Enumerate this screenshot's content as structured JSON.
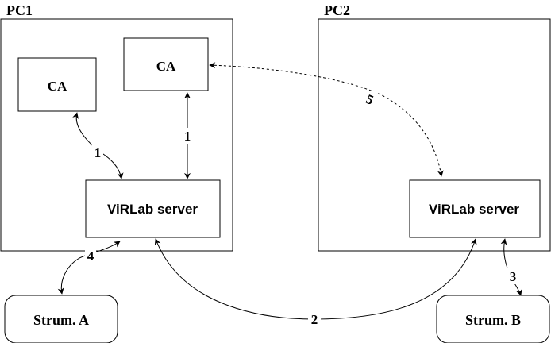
{
  "containers": {
    "pc1": {
      "label": "PC1"
    },
    "pc2": {
      "label": "PC2"
    }
  },
  "nodes": {
    "ca_left": {
      "label": "CA"
    },
    "ca_top": {
      "label": "CA"
    },
    "server1": {
      "label": "ViRLab server"
    },
    "server2": {
      "label": "ViRLab server"
    },
    "strum_a": {
      "label": "Strum. A"
    },
    "strum_b": {
      "label": "Strum. B"
    }
  },
  "connections": [
    {
      "id": "1a",
      "label": "1",
      "from": "ca_left",
      "to": "server1",
      "style": "solid"
    },
    {
      "id": "1b",
      "label": "1",
      "from": "ca_top",
      "to": "server1",
      "style": "solid"
    },
    {
      "id": "2",
      "label": "2",
      "from": "server1",
      "to": "server2",
      "style": "solid"
    },
    {
      "id": "3",
      "label": "3",
      "from": "server2",
      "to": "strum_b",
      "style": "solid"
    },
    {
      "id": "4",
      "label": "4",
      "from": "server1",
      "to": "strum_a",
      "style": "solid"
    },
    {
      "id": "5",
      "label": "5",
      "from": "ca_top",
      "to": "server2",
      "style": "dashed"
    }
  ],
  "colors": {
    "stroke": "#000000",
    "background": "#ffffff"
  }
}
